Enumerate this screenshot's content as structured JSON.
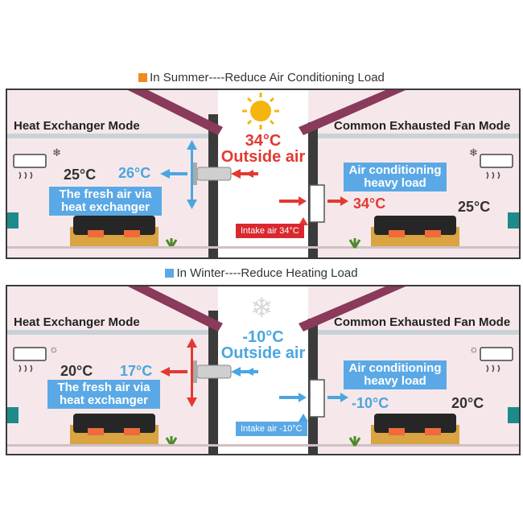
{
  "summer": {
    "heading": "In Summer----Reduce Air Conditioning Load",
    "heading_color": "#f08a1c",
    "left_mode": "Heat Exchanger Mode",
    "right_mode": "Common Exhausted Fan Mode",
    "outside_temp": "34°C",
    "outside_label": "Outside air",
    "indoor_left": "25°C",
    "supply_temp": "26°C",
    "fresh_air_note": "The fresh air via heat exchanger",
    "ac_note": "Air conditioning heavy load",
    "right_incoming_temp": "34°C",
    "indoor_right": "25°C",
    "intake_tag": "Intake air 34°C",
    "weather_icon": "sun-icon"
  },
  "winter": {
    "heading": "In Winter----Reduce Heating Load",
    "heading_color": "#5aa9e6",
    "left_mode": "Heat Exchanger Mode",
    "right_mode": "Common Exhausted Fan Mode",
    "outside_temp": "-10°C",
    "outside_label": "Outside air",
    "indoor_left": "20°C",
    "supply_temp": "17°C",
    "fresh_air_note": "The fresh air via heat exchanger",
    "ac_note": "Air conditioning heavy load",
    "right_incoming_temp": "-10°C",
    "indoor_right": "20°C",
    "intake_tag": "Intake air -10°C",
    "weather_icon": "snowflake-icon"
  },
  "colors": {
    "warm": "#e23a32",
    "cool": "#4aa6e0",
    "wall": "#3b3b3b",
    "roof": "#8a3a5a",
    "sofa": "#262626",
    "cabinet": "#d9a441"
  }
}
